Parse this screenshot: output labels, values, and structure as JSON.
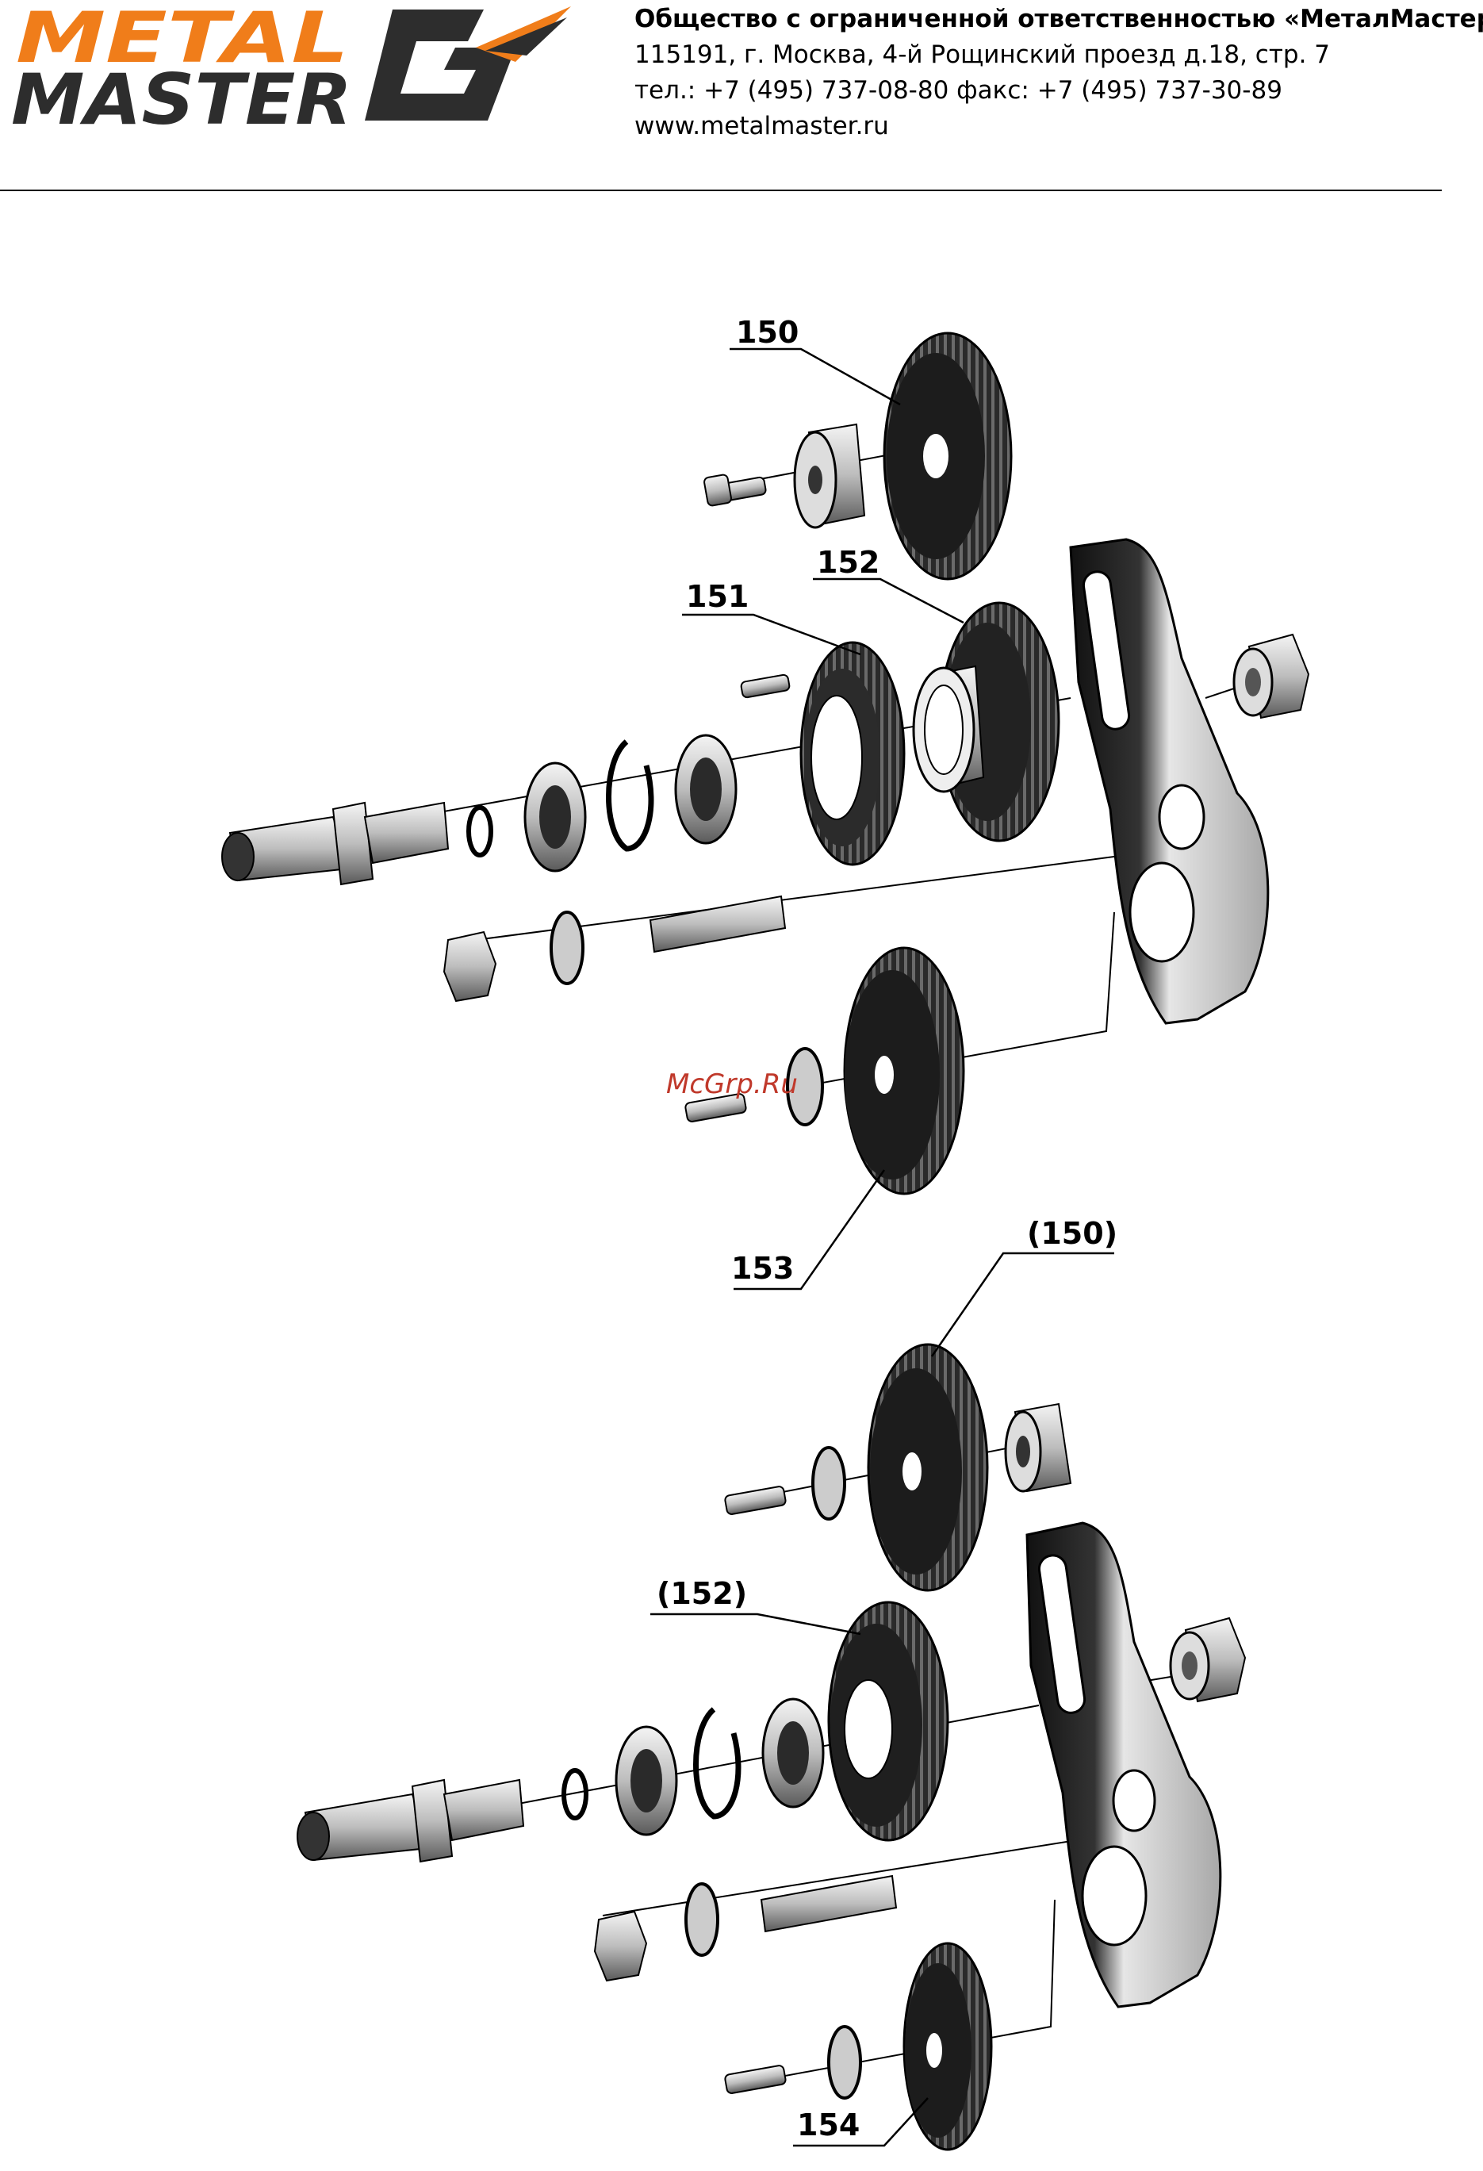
{
  "logo": {
    "text_line1": "METAL",
    "text_line2": "MASTER",
    "accent": "#f07d1a",
    "dark": "#2d2d2d"
  },
  "company": {
    "name": "Общество с ограниченной ответственностью «МеталМастер»",
    "address": "115191, г. Москва, 4-й Рощинский проезд д.18, стр. 7",
    "phones": "тел.: +7 (495) 737-08-80   факс: +7 (495) 737-30-89",
    "website": "www.metalmaster.ru"
  },
  "watermark": "McGrp.Ru",
  "callouts": {
    "c150": "150",
    "c151": "151",
    "c152": "152",
    "c153": "153",
    "c150b": "(150)",
    "c152b": "(152)",
    "c154": "154"
  }
}
